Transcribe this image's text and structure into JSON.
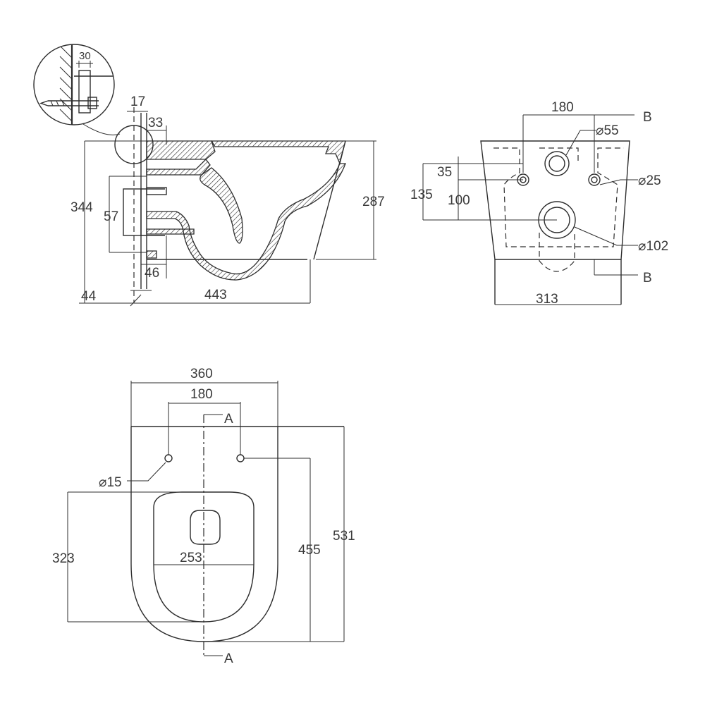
{
  "side_view": {
    "detail_dim": "30",
    "dim_top_17": "17",
    "dim_33": "33",
    "dim_height_344": "344",
    "dim_height_287": "287",
    "dim_57": "57",
    "dim_46": "46",
    "dim_44": "44",
    "dim_length_443": "443"
  },
  "rear_view": {
    "dim_180": "180",
    "dia_55": "⌀55",
    "section_mark_top": "B",
    "section_mark_bottom": "B",
    "dim_35": "35",
    "dim_135": "135",
    "dim_100": "100",
    "dia_25": "⌀25",
    "dia_102": "⌀102",
    "dim_313": "313"
  },
  "top_view": {
    "dim_width_360": "360",
    "dim_180": "180",
    "section_mark_top": "A",
    "section_mark_bottom": "A",
    "dia_15": "⌀15",
    "dim_323": "323",
    "dim_253": "253",
    "dim_455": "455",
    "dim_531": "531"
  }
}
